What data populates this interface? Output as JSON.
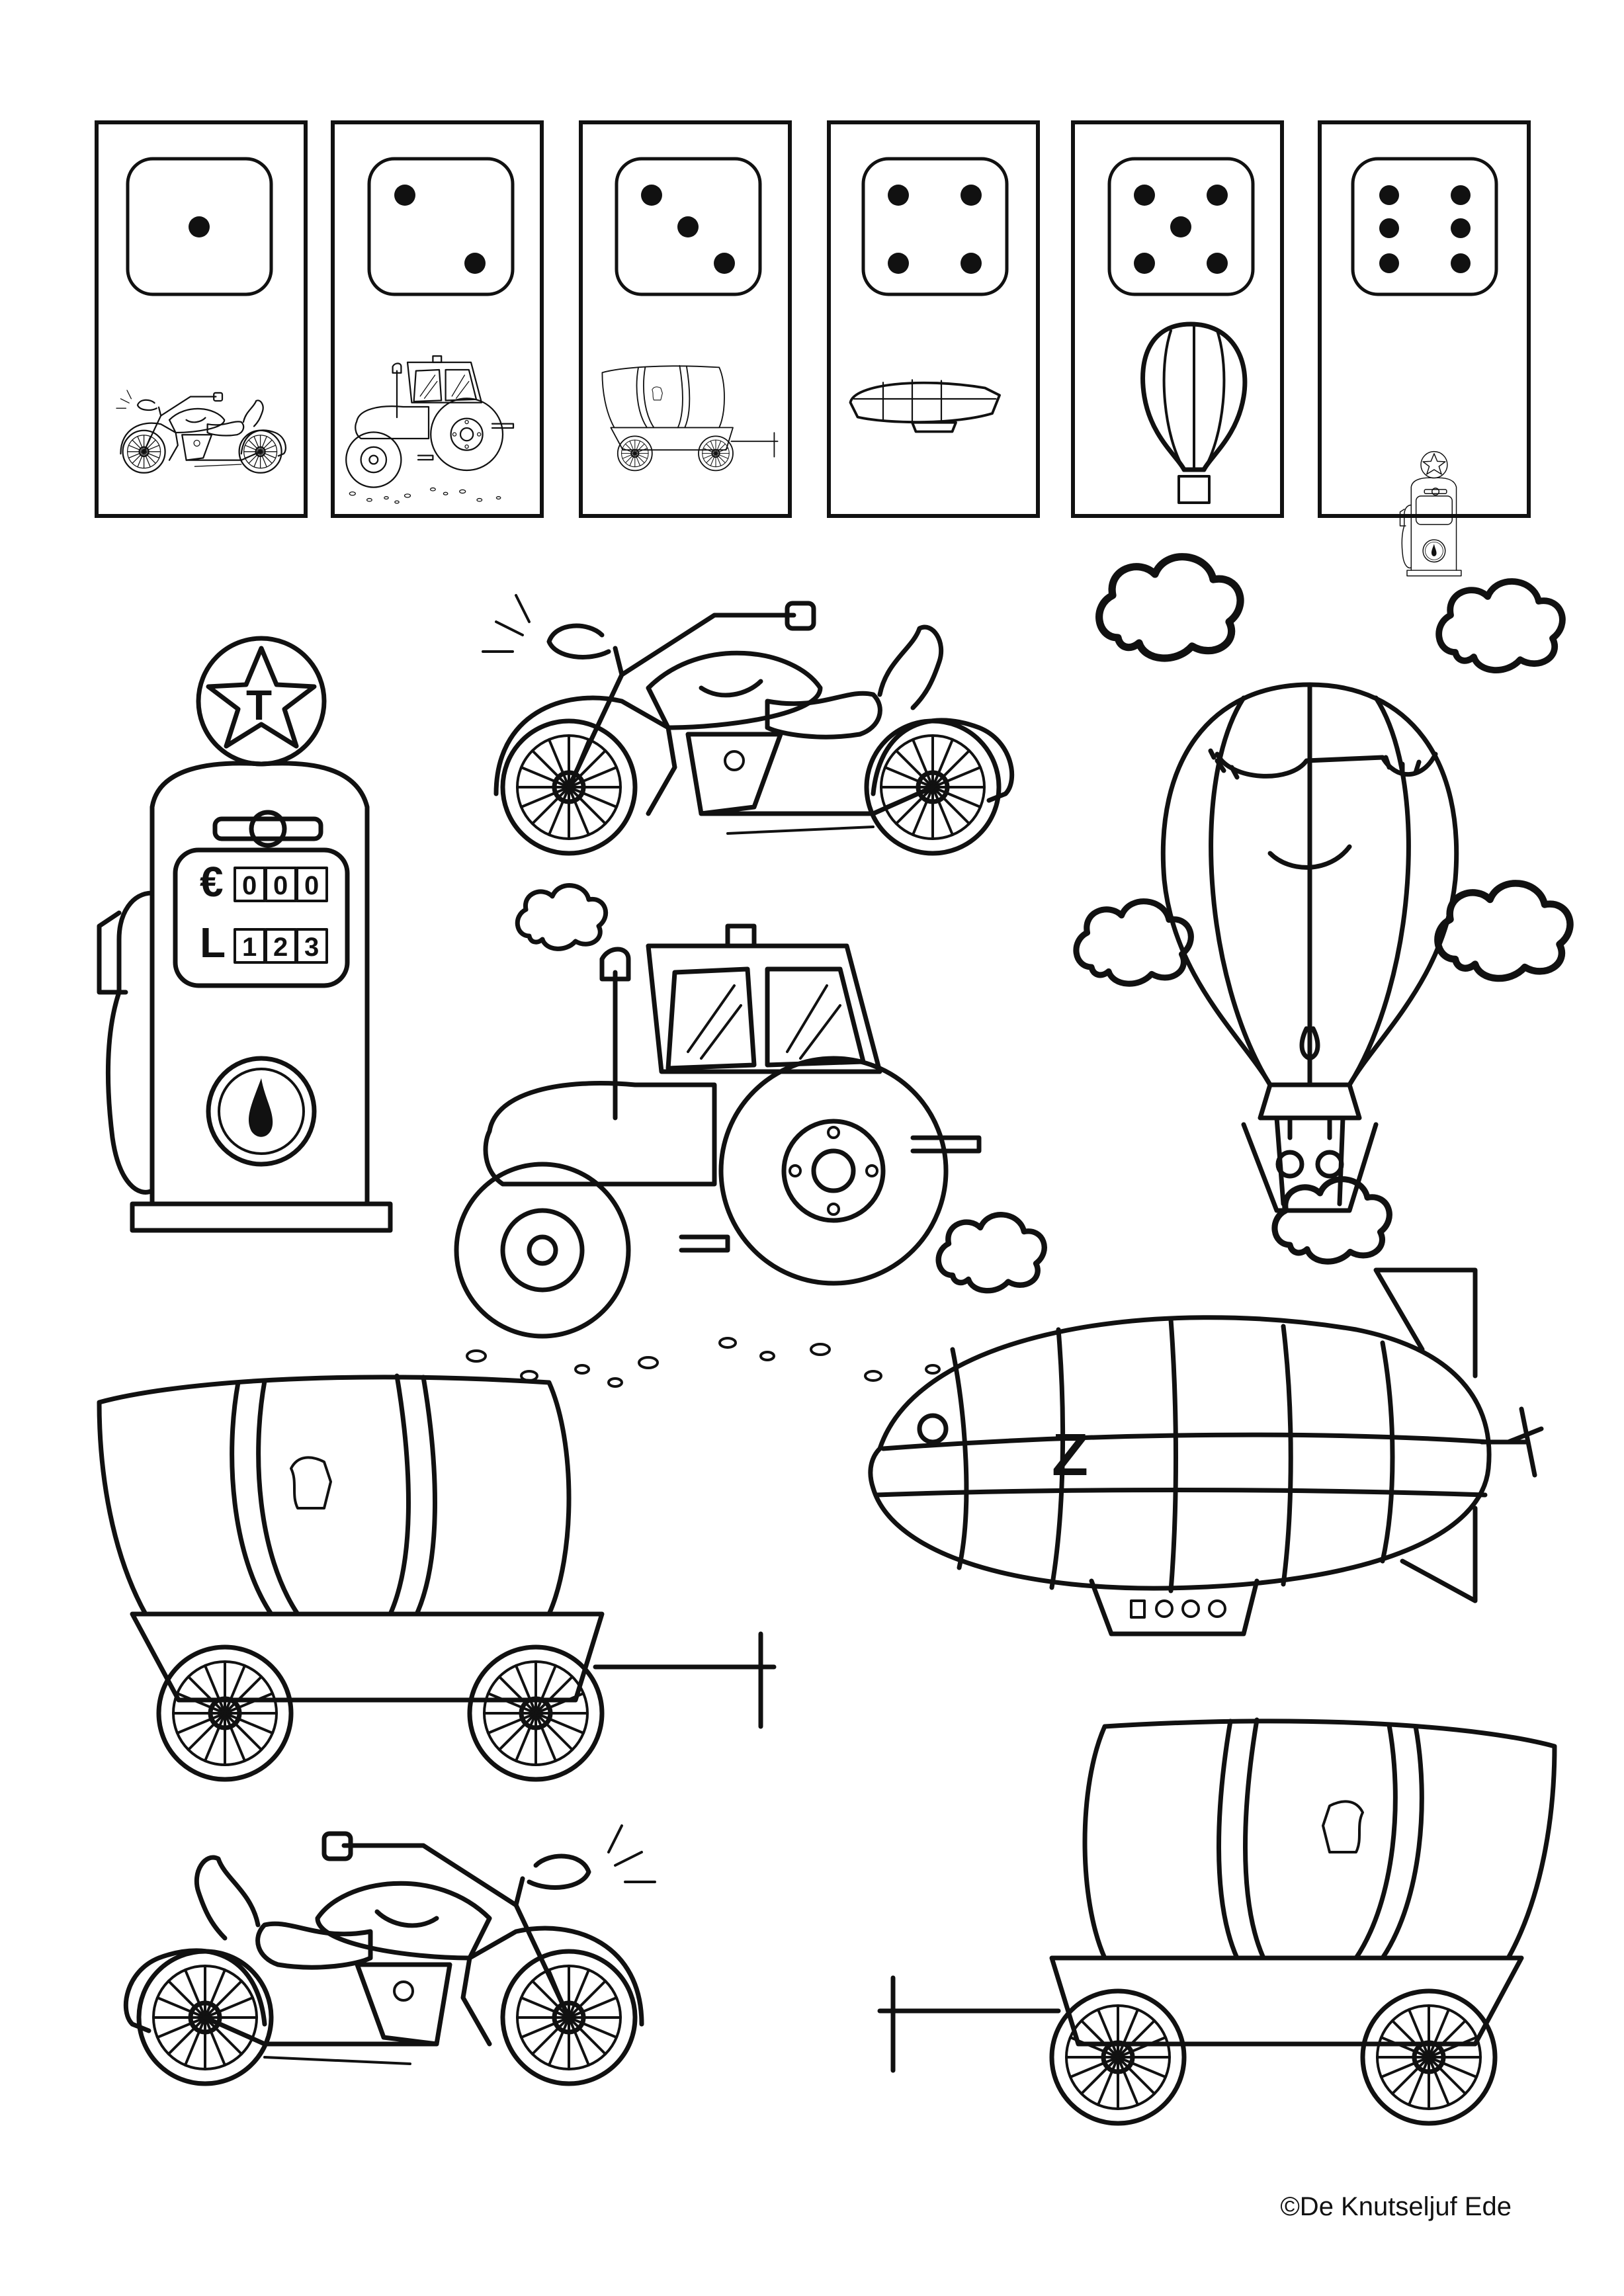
{
  "dice_cards": [
    {
      "pips": 1,
      "vehicle": "motorcycle-icon"
    },
    {
      "pips": 2,
      "vehicle": "tractor-icon"
    },
    {
      "pips": 3,
      "vehicle": "covered-wagon-icon"
    },
    {
      "pips": 4,
      "vehicle": "zeppelin-icon"
    },
    {
      "pips": 5,
      "vehicle": "hot-air-balloon-icon"
    },
    {
      "pips": 6,
      "vehicle": "fuel-pump-icon"
    }
  ],
  "fuel_pump": {
    "sign_letter": "T",
    "currency_symbol": "€",
    "liter_symbol": "L",
    "price_digits": [
      "0",
      "0",
      "0"
    ],
    "liter_digits": [
      "1",
      "2",
      "3"
    ]
  },
  "zeppelin": {
    "letter": "Z"
  },
  "credit": "©De Knutseljuf Ede",
  "colors": {
    "line": "#111111",
    "paper": "#ffffff"
  }
}
